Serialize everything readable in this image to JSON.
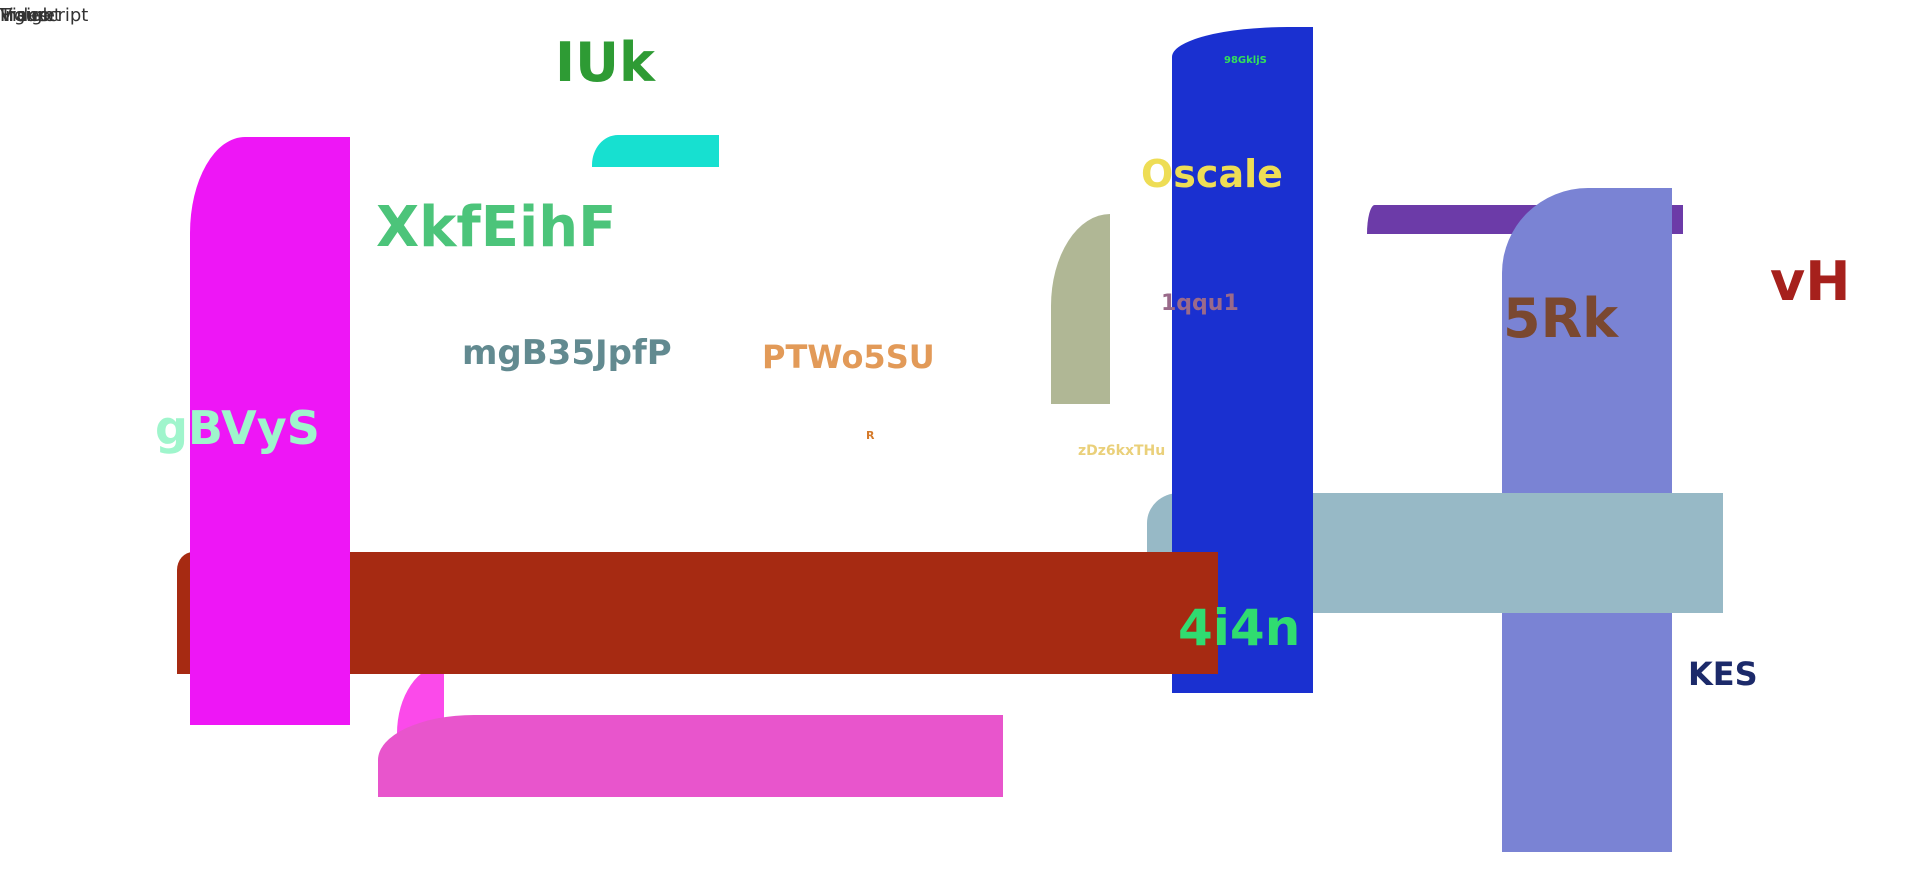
{
  "corner_texts": [
    "Insight",
    "Video",
    "Figure",
    "Transcript"
  ],
  "colors": {
    "cyan": "#17e0d0",
    "olive": "#b0b795",
    "purple": "#6c3ba8",
    "lavender": "#7a83d4",
    "steel": "#97b9c6",
    "blue": "#1a30d0",
    "pink2": "#fb4aea",
    "pink": "#e855cc",
    "red": "#a62a12",
    "magenta": "#ee16f6"
  },
  "labels": {
    "iuk": {
      "text": "IUk",
      "color": "#2e9b34"
    },
    "98gkljs": {
      "text": "98GkljS",
      "color": "#33e05a"
    },
    "oscale": {
      "text": "Oscale",
      "color": "#eedd55"
    },
    "xkfeihf": {
      "text": "XkfEihF",
      "color": "#4cc47a"
    },
    "vh": {
      "text": "vH",
      "color": "#a6201c"
    },
    "5rk": {
      "text": "5Rk",
      "color": "#7a4830"
    },
    "1qqu1": {
      "text": "1qqu1",
      "color": "#9a6a8a"
    },
    "mgb35jpfp": {
      "text": "mgB35JpfP",
      "color": "#628a90"
    },
    "ptwo5su": {
      "text": "PTWo5SU",
      "color": "#e29a58"
    },
    "gbvys": {
      "text": "gBVyS",
      "color": "#9ff5cc"
    },
    "r": {
      "text": "R",
      "color": "#d57a2a"
    },
    "zdz6kxthu": {
      "text": "zDz6kxTHu",
      "color": "#ead07a"
    },
    "4i4n": {
      "text": "4i4n",
      "color": "#30dc70"
    },
    "kes": {
      "text": "KES",
      "color": "#1c2a6a"
    }
  }
}
